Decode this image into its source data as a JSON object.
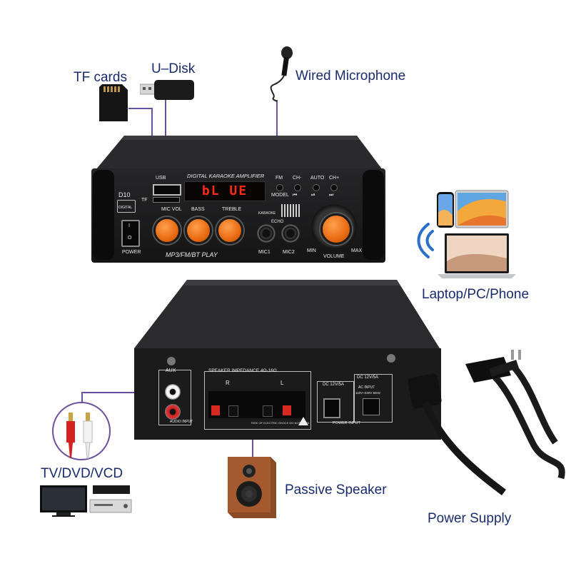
{
  "callouts": {
    "tf_cards": "TF cards",
    "u_disk": "U–Disk",
    "wired_microphone": "Wired Microphone",
    "laptop_pc_phone": "Laptop/PC/Phone",
    "tv_dvd_vcd": "TV/DVD/VCD",
    "passive_speaker": "Passive Speaker",
    "power_supply": "Power Supply"
  },
  "front_panel": {
    "title": "DIGITAL KARAOKE AMPLIFIER",
    "model": "D10",
    "logo_text": "DIGITAL",
    "usb_label": "USB",
    "tf_label": "TF",
    "display_text": "bL UE",
    "buttons": [
      "FM",
      "CH-",
      "AUTO",
      "CH+"
    ],
    "button_row2": [
      "MODEL",
      "⏮",
      "⏯",
      "⏭"
    ],
    "echo_label": "ECHO",
    "karaoke_label": "KARAOKE",
    "knob_labels": [
      "MIC VOL",
      "BASS",
      "TREBLE"
    ],
    "mode_text": "MP3/FM/BT PLAY",
    "mic_labels": [
      "MIC1",
      "MIC2"
    ],
    "volume_label": "VOLUME",
    "volume_min": "MIN",
    "volume_max": "MAX",
    "power_label": "POWER",
    "switch_marks": [
      "I",
      "O"
    ]
  },
  "rear_panel": {
    "aux_label": "AUX",
    "aux_input_label": "AUDIO INPUT",
    "speaker_label": "SPEAKER IMPEDANCE 4Ω-16Ω",
    "channel_r": "R",
    "channel_l": "L",
    "warning_text": "RISK OF ELECTRIC SHOCK DO NOT OPEN",
    "dc_label": "DC 12V/5A",
    "dc_label_2": "DC 12V/5A",
    "ac_input": "AC INPUT",
    "ac_range": "110V~240V 50Hz",
    "power_input": "POWER INPUT"
  },
  "colors": {
    "callout_text": "#1a2b6d",
    "connector_line": "#6b4fa1",
    "knob_orange": "#e86a12",
    "display_red": "#ff2a1a",
    "chassis": "#1d1d1f"
  },
  "icons": [
    "wifi-signal-icon",
    "phone-icon",
    "tablet-icon",
    "laptop-icon",
    "tv-icon",
    "dvd-player-icon",
    "speaker-icon",
    "microphone-icon",
    "sd-card-icon",
    "usb-drive-icon",
    "rca-cable-icon",
    "power-cable-icon"
  ]
}
